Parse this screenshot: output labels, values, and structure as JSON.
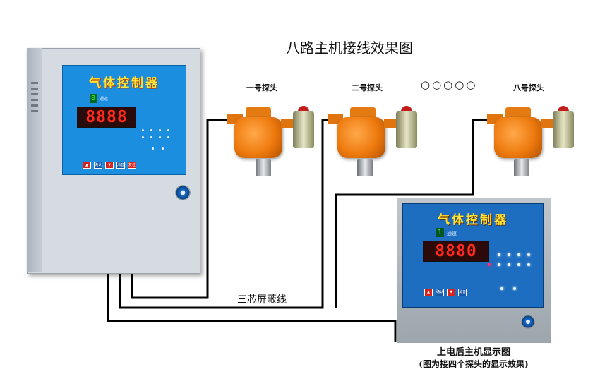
{
  "title": "八路主机接线效果图",
  "probes": [
    {
      "label": "一号探头"
    },
    {
      "label": "二号探头"
    },
    {
      "label": "八号探头"
    }
  ],
  "ellipsis": "○○○○○",
  "cable_label": "三芯屏蔽线",
  "controller": {
    "name": "气体控制器",
    "display": "8888",
    "channel": "8",
    "channel_label": "通道",
    "buttons": [
      "▲",
      "确认",
      "▼",
      "消音",
      "复位"
    ]
  },
  "display_photo": {
    "name": "气体控制器",
    "display": "8880",
    "channel": "1",
    "channel_label": "通道",
    "buttons": [
      "▲",
      "确认",
      "▼",
      "消音"
    ]
  },
  "caption": {
    "line1": "上电后主机显示图",
    "line2": "(图为接四个探头的显示效果)"
  },
  "colors": {
    "panel_blue": "#1b8ee0",
    "probe_orange": "#ee7a0e",
    "led_red": "#ff2a1a",
    "title_yellow": "#ffe433"
  }
}
